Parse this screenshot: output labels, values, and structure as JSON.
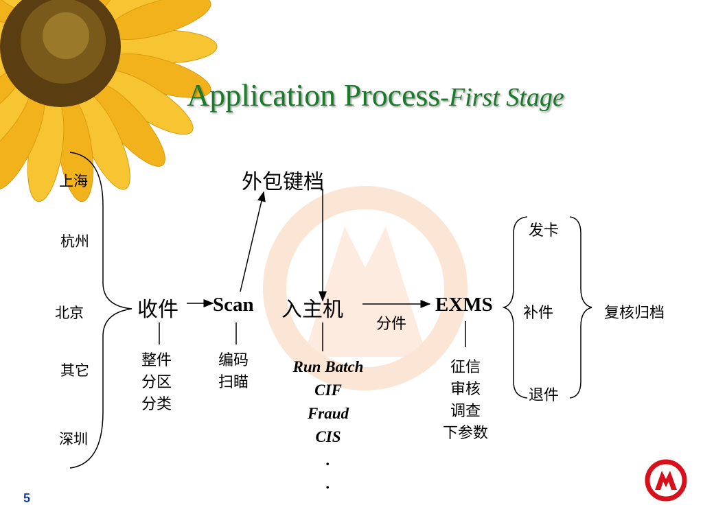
{
  "colors": {
    "title": "#1a7a2a",
    "page_number": "#1a3fb0",
    "brand_red": "#d7111b",
    "petal": "#f2b21c"
  },
  "title": {
    "main": "Application Process",
    "suffix": "-First Stage"
  },
  "cities": [
    "上海",
    "杭州",
    "北京",
    "其它",
    "深圳"
  ],
  "outsourcing": "外包键档",
  "receive": {
    "label": "收件",
    "notes": [
      "整件",
      "分区",
      "分类"
    ]
  },
  "scan": {
    "label": "Scan",
    "notes": [
      "编码",
      "扫瞄"
    ]
  },
  "host": {
    "label": "入主机",
    "notes": [
      "Run Batch",
      "CIF",
      "Fraud",
      "CIS",
      ".",
      "."
    ]
  },
  "distribute": "分件",
  "exms": {
    "label": "EXMS",
    "notes": [
      "征信",
      "审核",
      "调查",
      "下参数"
    ]
  },
  "outcomes": [
    "发卡",
    "补件",
    "退件"
  ],
  "final": "复核归档",
  "page_number": "5",
  "icons": {
    "decoration": "sunflower-icon",
    "watermark": "bank-logo-watermark-icon",
    "logo": "bank-logo-icon"
  }
}
